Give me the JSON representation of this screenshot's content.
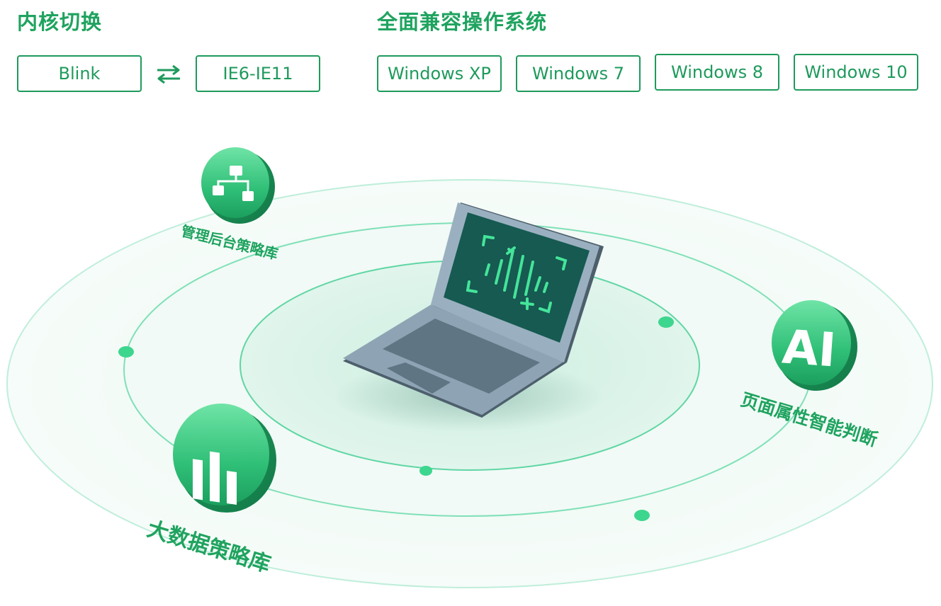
{
  "kernel": {
    "title": "内核切换",
    "left": "Blink",
    "right": "IE6-IE11",
    "swap_icon": "swap-arrows-icon"
  },
  "os": {
    "title": "全面兼容操作系统",
    "items": [
      "Windows XP",
      "Windows 7",
      "Windows 8",
      "Windows 10"
    ]
  },
  "features": {
    "admin": {
      "label": "管理后台策略库",
      "icon": "org-chart-icon"
    },
    "ai": {
      "label": "页面属性智能判断",
      "icon": "ai-icon",
      "icon_text": "AI"
    },
    "bigdata": {
      "label": "大数据策略库",
      "icon": "bar-chart-icon"
    }
  },
  "colors": {
    "accent": "#1fa35f",
    "ring": "#7fe0b8",
    "laptop_screen": "#165a51",
    "laptop_body": "#8ea4b4"
  }
}
